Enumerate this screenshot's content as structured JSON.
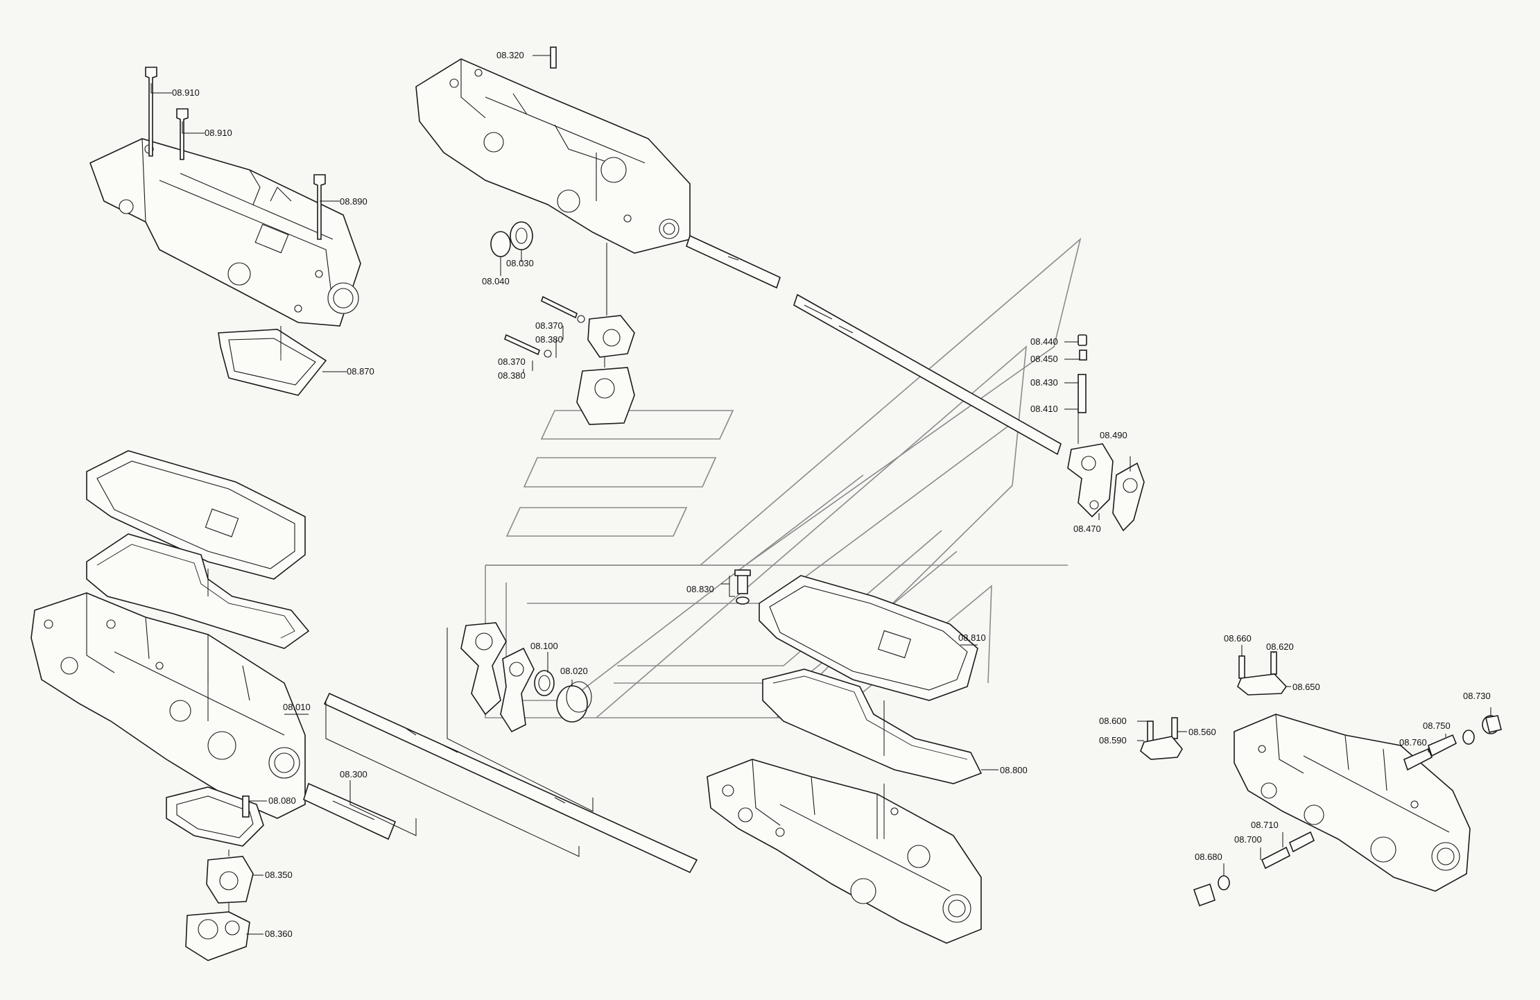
{
  "labels": {
    "p08910a": "08.910",
    "p08910b": "08.910",
    "p08890": "08.890",
    "p08870": "08.870",
    "p08320": "08.320",
    "p08030": "08.030",
    "p08040": "08.040",
    "p08370a": "08.370",
    "p08380a": "08.380",
    "p08370b": "08.370",
    "p08380b": "08.380",
    "p08440": "08.440",
    "p08450": "08.450",
    "p08430": "08.430",
    "p08410": "08.410",
    "p08490": "08.490",
    "p08470": "08.470",
    "p08830": "08.830",
    "p08810": "08.810",
    "p08800": "08.800",
    "p08100": "08.100",
    "p08020": "08.020",
    "p08010": "08.010",
    "p08080": "08.080",
    "p08300": "08.300",
    "p08350": "08.350",
    "p08360": "08.360",
    "p08660": "08.660",
    "p08620": "08.620",
    "p08650": "08.650",
    "p08600": "08.600",
    "p08590": "08.590",
    "p08560": "08.560",
    "p08730": "08.730",
    "p08750": "08.750",
    "p08760": "08.760",
    "p08710": "08.710",
    "p08700": "08.700",
    "p08680": "08.680"
  },
  "colors": {
    "background": "#f7f8f4",
    "line": "#1a1a1a",
    "watermark": "#8a8a8a"
  }
}
